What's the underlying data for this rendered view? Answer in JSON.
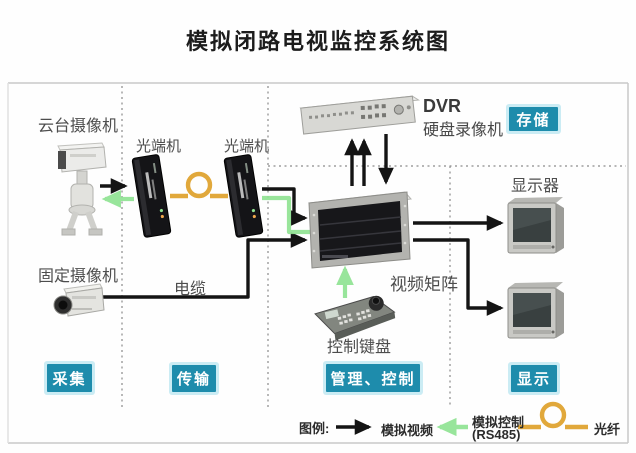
{
  "title": "模拟闭路电视监控系统图",
  "devices": {
    "ptz_camera": "云台摄像机",
    "optical_transceiver": "光端机",
    "dvr": "DVR",
    "dvr_sub": "硬盘录像机",
    "monitor": "显示器",
    "fixed_camera": "固定摄像机",
    "cable": "电缆",
    "video_matrix": "视频矩阵",
    "control_keyboard": "控制键盘"
  },
  "zones": {
    "collection": "采集",
    "transmission": "传输",
    "storage": "存储",
    "management_control": "管理、控制",
    "display": "显示"
  },
  "legend": {
    "label": "图例:",
    "analog_video": "模拟视频",
    "analog_control_line1": "模拟控制",
    "analog_control_line2": "(RS485)",
    "fiber": "光纤"
  },
  "colors": {
    "badge_teal": "#1e8cac",
    "badge_glow": "#a0dceb",
    "analog_video_line": "#141414",
    "analog_control_line": "#90e393",
    "fiber_line": "#e1a83b",
    "dashed_divider": "#8a8a8a",
    "panel_border": "#c9c9c9"
  }
}
